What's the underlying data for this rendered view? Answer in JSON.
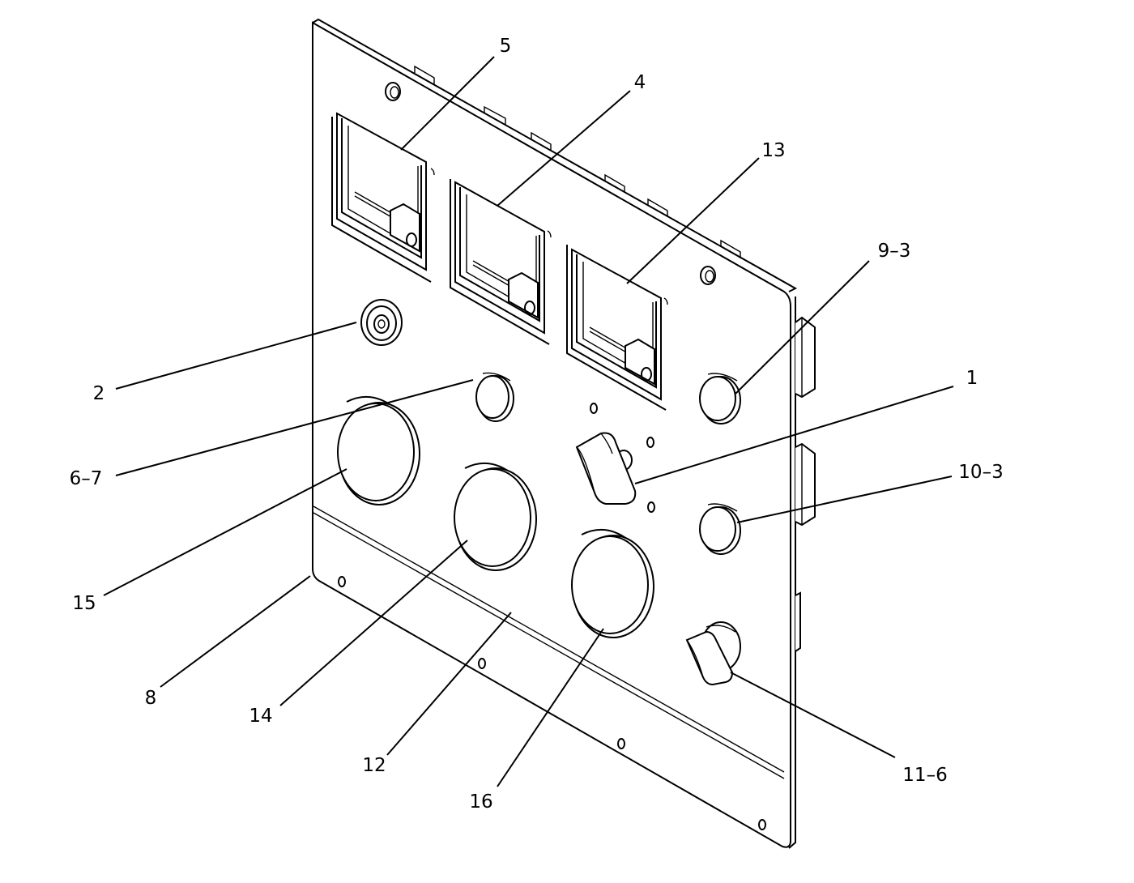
{
  "callouts": {
    "c1": "1",
    "c2": "2",
    "c4": "4",
    "c5": "5",
    "c6_7": "6–7",
    "c8": "8",
    "c9_3": "9–3",
    "c10_3": "10–3",
    "c11_6": "11–6",
    "c12": "12",
    "c13": "13",
    "c14": "14",
    "c15": "15",
    "c16": "16"
  },
  "colors": {
    "line": "#000000",
    "background": "#ffffff"
  }
}
